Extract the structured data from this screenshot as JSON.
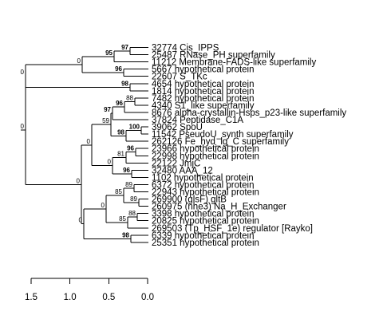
{
  "leaves": [
    "32774 Cis_IPPS",
    "25487 RNase_PH superfamily",
    "11212 Membrane-FADS-like superfamily",
    "5667 hypothetical protein",
    "22607 S_TKc",
    "4654 hypothetical protein",
    "1814 hypothetical protein",
    "7482 hypothetical protein",
    "4340 S1_like superfamily",
    "8676 alpha-crystallin-Hsps_p23-like superfamily",
    "37824 Peptidase_C1A",
    "39062 SpoU",
    "11542 PseudoU_synth superfamily",
    "262126 Fe_hyd_lg_C superfamily",
    "23966 hypothetical protein",
    "22998 hypothetical protein",
    "22122 JmjC",
    "32480 AAA_12",
    "1102 hypothetical protein",
    "6372 hypothetical protein",
    "22943 hypothetical protein",
    "269900 (glsF) gltB",
    "260975 (nhe3) Na_H_Exchanger",
    "3398 hypothetical protein",
    "20825 hypothetical protein",
    "269503 (Tp_HSF_1e) regulator [Rayko]",
    "6339 hypothetical protein",
    "25351 hypothetical protein"
  ],
  "bootstrap": [
    {
      "id": "n0_1",
      "value": "97",
      "bold": true
    },
    {
      "id": "n0_2",
      "value": "95",
      "bold": true
    },
    {
      "id": "n3_4",
      "value": "96",
      "bold": true
    },
    {
      "id": "n0_4",
      "value": "0",
      "bold": false
    },
    {
      "id": "n5_6",
      "value": "98",
      "bold": true
    },
    {
      "id": "n0_6",
      "value": "0",
      "bold": false
    },
    {
      "id": "n7_8",
      "value": "88",
      "bold": false
    },
    {
      "id": "n7_9",
      "value": "96",
      "bold": true
    },
    {
      "id": "n7_10",
      "value": "97",
      "bold": true
    },
    {
      "id": "n11_12",
      "value": "100",
      "bold": true
    },
    {
      "id": "n11_13",
      "value": "98",
      "bold": true
    },
    {
      "id": "n7_13",
      "value": "59",
      "bold": false
    },
    {
      "id": "n14_15",
      "value": "96",
      "bold": true
    },
    {
      "id": "n14_16",
      "value": "81",
      "bold": false
    },
    {
      "id": "n17_18",
      "value": "96",
      "bold": true
    },
    {
      "id": "n14_18",
      "value": "0",
      "bold": false
    },
    {
      "id": "n7_18",
      "value": "0",
      "bold": false
    },
    {
      "id": "n19_20",
      "value": "89",
      "bold": false
    },
    {
      "id": "n21_22",
      "value": "89",
      "bold": false
    },
    {
      "id": "n19_22",
      "value": "85",
      "bold": false
    },
    {
      "id": "n23_24",
      "value": "88",
      "bold": false
    },
    {
      "id": "n23_25",
      "value": "85",
      "bold": false
    },
    {
      "id": "n19_25",
      "value": "0",
      "bold": false
    },
    {
      "id": "n26_27",
      "value": "98",
      "bold": true
    },
    {
      "id": "n19_27",
      "value": "0",
      "bold": false
    },
    {
      "id": "n7_27",
      "value": "0",
      "bold": false
    },
    {
      "id": "root",
      "value": "0",
      "bold": false
    }
  ],
  "axis": {
    "ticks": [
      "1.5",
      "1.0",
      "0.5",
      "0.0"
    ]
  }
}
